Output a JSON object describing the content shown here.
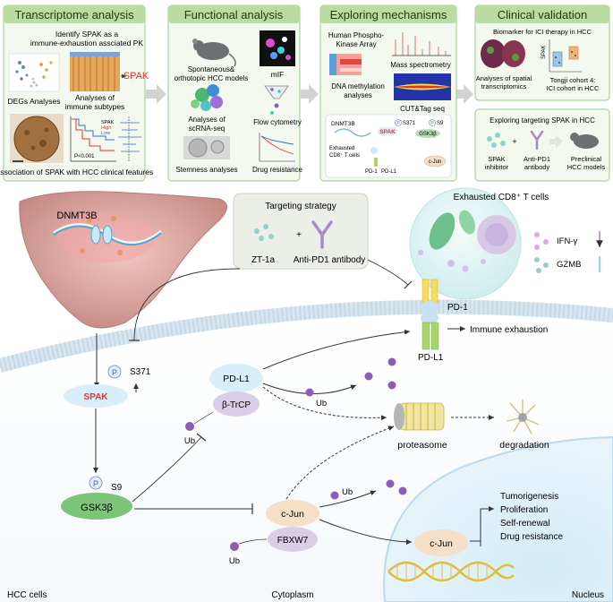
{
  "panels": {
    "transcriptome": {
      "title": "Transcriptome analysis",
      "identify": [
        "Identify SPAK as a",
        "immune-exhaustion assciated PK"
      ],
      "degs": "DEGs Analyses",
      "subtypes": [
        "Analyses of",
        "immune subtypes"
      ],
      "spak": "SPAK",
      "km_legend": [
        "SPAK",
        "High",
        "Low"
      ],
      "km_p": "P<0.001",
      "assoc": "Association of SPAK with HCC clinical features"
    },
    "functional": {
      "title": "Functional analysis",
      "models": [
        "Spontaneous&",
        "orthotopic HCC models"
      ],
      "mif": "mIF",
      "scrna": [
        "Analyses of",
        "scRNA-seq"
      ],
      "flow": "Flow cytometry",
      "stemness": "Stemness analyses",
      "drug": "Drug resistance"
    },
    "mechanisms": {
      "title": "Exploring mechanisms",
      "kinase": [
        "Human Phospho-",
        "Kinase Array"
      ],
      "mass": "Mass spectrometry",
      "dna": [
        "DNA methylation",
        "analyses"
      ],
      "cut": "CUT&Tag seq",
      "mini": {
        "dnmt3b": "DNMT3B",
        "spak": "SPAK",
        "s371": "S371",
        "s9": "S9",
        "gsk": "GSK3β",
        "exhausted": [
          "Exhausted",
          "CD8⁺ T cells"
        ],
        "pd1": "PD-1",
        "pdl1": "PD-L1",
        "cjun": "c-Jun",
        "p": "P"
      }
    },
    "clinical": {
      "title": "Clinical validation",
      "biomarker": "Biomarker for ICI therapy in HCC",
      "spatial": [
        "Analyses of spatial",
        "transcriptomics"
      ],
      "tongji": [
        "Tongji cohort 4:",
        "ICI cohort in HCC"
      ],
      "yaxis": "SPAK",
      "targeting": "Exploring targeting  SPAK in HCC",
      "inhibitor": [
        "SPAK",
        "inhibitor"
      ],
      "antibody": [
        "Anti-PD1",
        "antibody"
      ],
      "preclinical": [
        "Preclinical",
        "HCC models"
      ],
      "plus": "+"
    }
  },
  "main": {
    "dnmt3b": "DNMT3B",
    "strategy": {
      "title": "Targeting strategy",
      "zt": "ZT-1a",
      "plus": "+",
      "antibody": "Anti-PD1 antibody"
    },
    "tcell": {
      "title": "Exhausted CD8⁺ T cells",
      "ifn": "IFN-γ",
      "gzmb": "GZMB"
    },
    "pd1": "PD-1",
    "pdl1": "PD-L1",
    "immune_exhaustion": "Immune exhaustion",
    "p": "P",
    "s371": "S371",
    "spak": "SPAK",
    "s9": "S9",
    "gsk": "GSK3β",
    "pdl1_node": "PD-L1",
    "btrcp": "β-TrCP",
    "ub": "Ub",
    "proteasome": "proteasome",
    "degradation": "degradation",
    "cjun_node": "c-Jun",
    "fbxw7": "FBXW7",
    "cjun_nucleus": "c-Jun",
    "outcomes": [
      "Tumorigenesis",
      "Proliferation",
      "Self-renewal",
      "Drug resistance"
    ],
    "hcc_cells": "HCC cells",
    "cytoplasm": "Cytoplasm",
    "nucleus": "Nucleus"
  },
  "colors": {
    "panel_header": "#b9dca0",
    "panel_bg": "#f3f9ee",
    "spak_red": "#e5322d",
    "node_blue": "#d9eefb",
    "node_purple": "#d9cde8",
    "node_green": "#7cc47a",
    "node_peach": "#f6dfc7",
    "ub_purple": "#8e5bb5"
  }
}
